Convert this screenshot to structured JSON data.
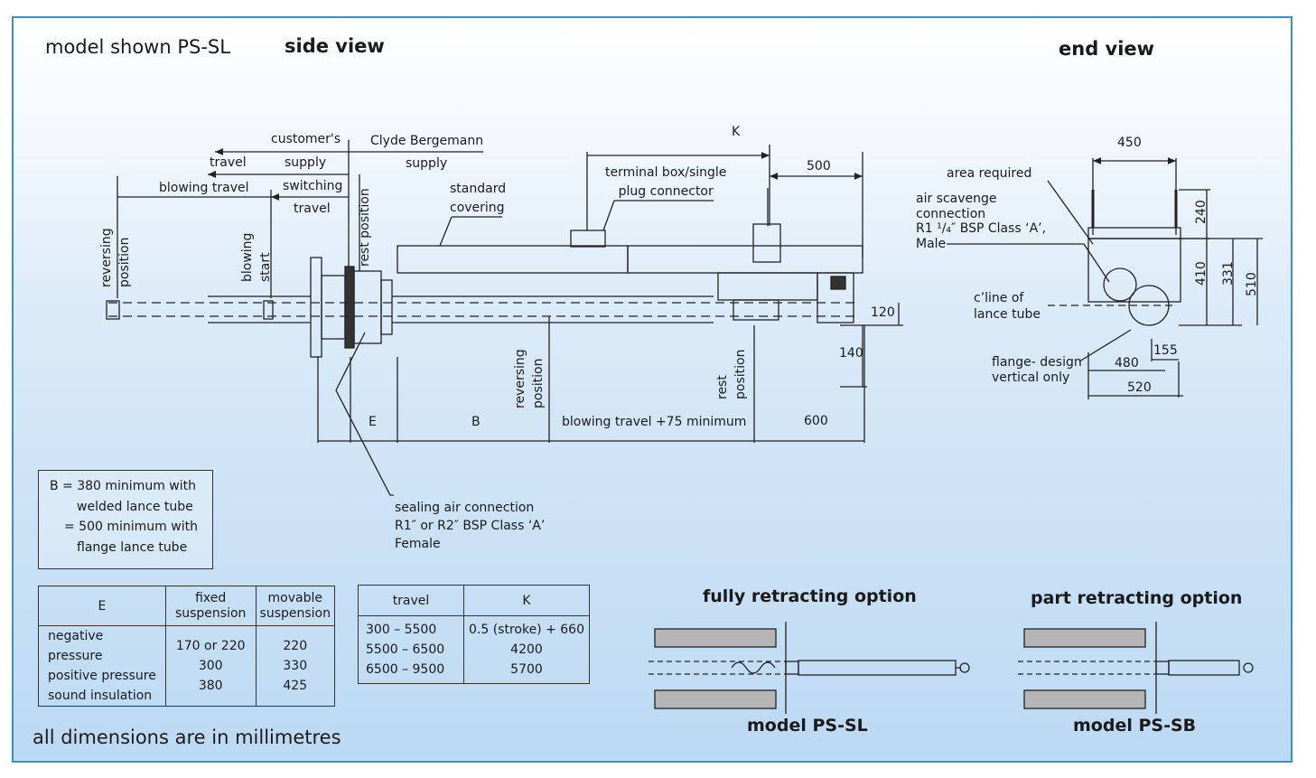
{
  "header": {
    "model_shown": "model shown PS-SL",
    "side_view": "side view",
    "end_view": "end view"
  },
  "side_view_labels": {
    "customers_supply": "customer's",
    "supply": "supply",
    "clyde_bergemann": "Clyde Bergemann",
    "supply2": "supply",
    "travel": "travel",
    "blowing_travel": "blowing travel",
    "switching": "switching",
    "switching_travel": "travel",
    "rest_position_top": "rest position",
    "reversing_position_left": [
      "reversing",
      "position"
    ],
    "blowing_start": [
      "blowing",
      "start"
    ],
    "standard_covering": [
      "standard",
      "covering"
    ],
    "terminal_box": [
      "terminal box/single",
      "plug connector"
    ],
    "k": "K",
    "dim_500": "500",
    "dim_120": "120",
    "dim_140": "140",
    "reversing_position_mid": [
      "reversing",
      "position"
    ],
    "rest_position_right": [
      "rest",
      "position"
    ],
    "dim_e": "E",
    "dim_b": "B",
    "blowing_travel_min": "blowing travel +75 minimum",
    "dim_600": "600",
    "sealing_air": [
      "sealing air connection",
      "R1″ or R2″ BSP Class ‘A’",
      "Female"
    ]
  },
  "end_view_labels": {
    "dim_450": "450",
    "area_required": "area required",
    "air_scavenge": [
      "air scavenge",
      "connection",
      "R1 ¹/₄″ BSP Class ‘A’,",
      "Male"
    ],
    "cline": [
      "c’line of",
      "lance tube"
    ],
    "flange_design": [
      "flange- design",
      "vertical only"
    ],
    "dim_240": "240",
    "dim_410": "410",
    "dim_331": "331",
    "dim_510": "510",
    "dim_155": "155",
    "dim_480": "480",
    "dim_520": "520"
  },
  "b_note": [
    "B = 380 minimum with",
    "welded lance tube",
    "= 500 minimum with",
    "flange lance tube"
  ],
  "e_table": {
    "headers": [
      "E",
      "fixed\nsuspension",
      "movable\nsuspension"
    ],
    "rows": [
      [
        "negative pressure",
        "170 or 220",
        "220"
      ],
      [
        "positive pressure",
        "300",
        "330"
      ],
      [
        "sound insulation",
        "380",
        "425"
      ]
    ]
  },
  "k_table": {
    "headers": [
      "travel",
      "K"
    ],
    "rows": [
      [
        "300 – 5500",
        "0.5 (stroke) + 660"
      ],
      [
        "5500 – 6500",
        "4200"
      ],
      [
        "6500 – 9500",
        "5700"
      ]
    ]
  },
  "options": {
    "fully_title": "fully retracting option",
    "part_title": "part retracting option",
    "model_sl": "model PS-SL",
    "model_sb": "model PS-SB"
  },
  "footer": "all dimensions are in millimetres",
  "colors": {
    "border": "#3a8fd0",
    "line": "#222222",
    "gray_fill": "#b5b5b5"
  }
}
